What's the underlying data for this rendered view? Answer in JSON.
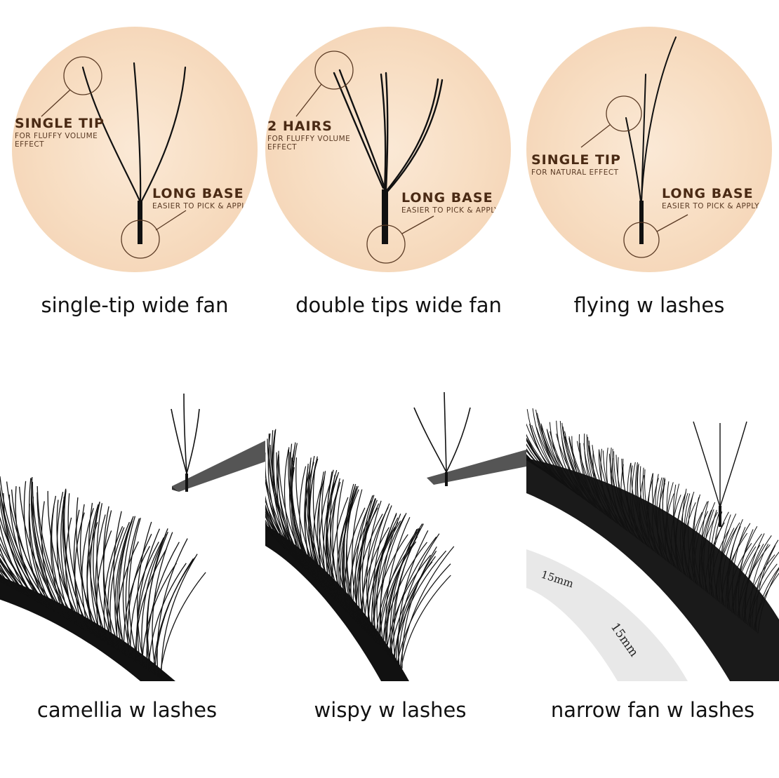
{
  "top_row": [
    {
      "caption": "single-tip wide fan",
      "tip_title": "SINGLE TIP",
      "tip_sub_1": "FOR FLUFFY VOLUME",
      "tip_sub_2": "EFFECT",
      "base_title": "LONG BASE",
      "base_sub": "EASIER TO PICK & APPLY"
    },
    {
      "caption": "double tips wide fan",
      "tip_title": "2 HAIRS",
      "tip_sub_1": "FOR FLUFFY VOLUME",
      "tip_sub_2": "EFFECT",
      "base_title": "LONG BASE",
      "base_sub": "EASIER TO PICK & APPLY"
    },
    {
      "caption": "flying w lashes",
      "tip_title": "SINGLE TIP",
      "tip_sub_1": "FOR NATURAL EFFECT",
      "base_title": "LONG BASE",
      "base_sub": "EASIER TO PICK & APPLY"
    }
  ],
  "bottom_row": [
    {
      "caption": "camellia w lashes"
    },
    {
      "caption": "wispy w lashes"
    },
    {
      "caption": "narrow fan w lashes",
      "strip_label_1": "15mm",
      "strip_label_2": "15mm"
    }
  ],
  "colors": {
    "circle_bg": "#f7dcc0",
    "label_brown": "#4a2a14",
    "lash_black": "#111111"
  }
}
